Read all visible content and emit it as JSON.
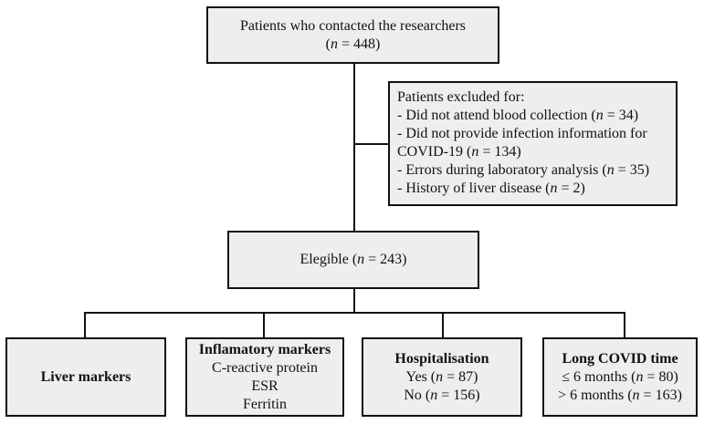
{
  "top": {
    "line1": "Patients who contacted the researchers",
    "line2_pre": "(",
    "line2_n": "n",
    "line2_post": " = 448)"
  },
  "excluded": {
    "heading": "Patients excluded for:",
    "items": [
      {
        "pre": "- Did not attend blood collection (",
        "n": "n",
        "post": " = 34)"
      },
      {
        "pre": "- Did not provide infection information for",
        "n": "",
        "post": ""
      },
      {
        "pre": "COVID-19 (",
        "n": "n",
        "post": " = 134)"
      },
      {
        "pre": "- Errors during laboratory analysis (",
        "n": "n",
        "post": " = 35)"
      },
      {
        "pre": "- History of liver disease (",
        "n": "n",
        "post": " = 2)"
      }
    ]
  },
  "eligible": {
    "pre": "Elegible (",
    "n": "n",
    "post": " = 243)"
  },
  "liver": {
    "title": "Liver markers"
  },
  "inflam": {
    "title": "Inflamatory markers",
    "lines": [
      "C-reactive protein",
      "ESR",
      "Ferritin"
    ]
  },
  "hosp": {
    "title": "Hospitalisation",
    "yes": {
      "pre": "Yes (",
      "n": "n",
      "post": " = 87)"
    },
    "no": {
      "pre": "No (",
      "n": "n",
      "post": " = 156)"
    }
  },
  "longcovid": {
    "title": "Long COVID time",
    "le": {
      "pre": "≤ 6 months (",
      "n": "n",
      "post": " = 80)"
    },
    "gt": {
      "pre": "> 6 months (",
      "n": "n",
      "post": " = 163)"
    }
  }
}
